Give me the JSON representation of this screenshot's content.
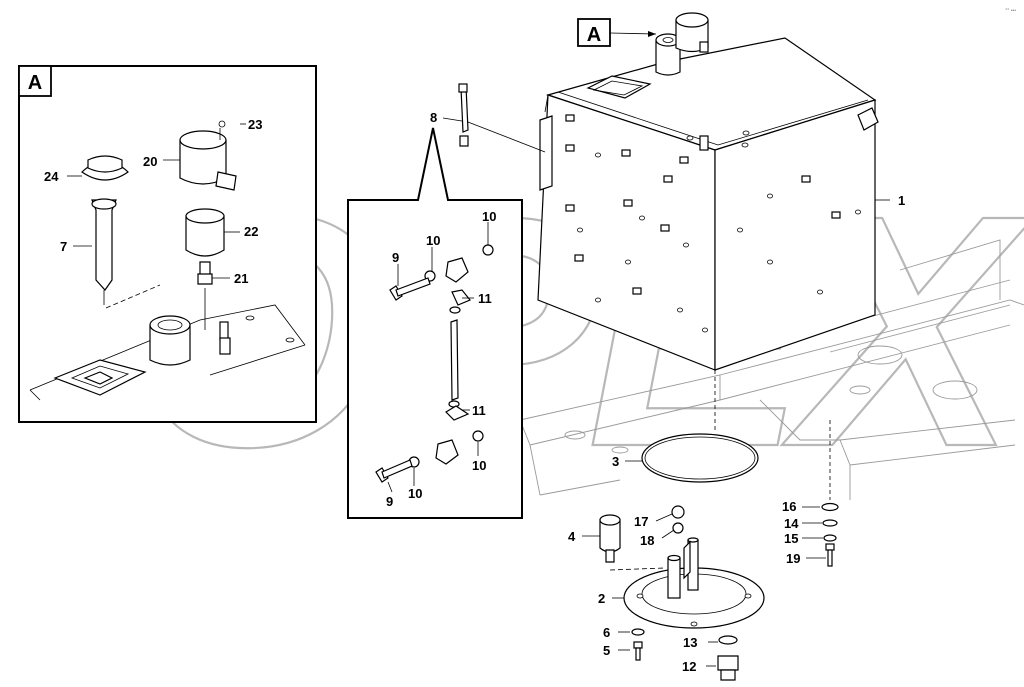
{
  "callouts": {
    "p1": "1",
    "p2": "2",
    "p3": "3",
    "p4": "4",
    "p5": "5",
    "p6": "6",
    "p7": "7",
    "p8": "8",
    "p9a": "9",
    "p9b": "9",
    "p10a": "10",
    "p10b": "10",
    "p10c": "10",
    "p10d": "10",
    "p11a": "11",
    "p11b": "11",
    "p12": "12",
    "p13": "13",
    "p14": "14",
    "p15": "15",
    "p16": "16",
    "p17": "17",
    "p18": "18",
    "p19": "19",
    "p20": "20",
    "p21": "21",
    "p22": "22",
    "p23": "23",
    "p24": "24"
  },
  "detail_labels": {
    "inset": "A",
    "tank": "A"
  },
  "watermark": {
    "text": "OPEX",
    "color": "#b8b8b8"
  },
  "corner_mark": "°° •••"
}
